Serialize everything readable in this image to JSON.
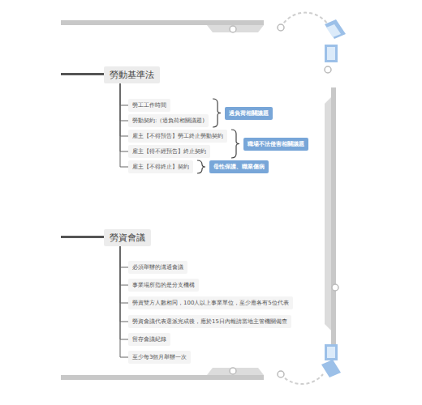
{
  "diagram": {
    "nodes": [
      {
        "text": [
          "勞動基準法"
        ]
      },
      {
        "text": [
          "勞工工作時間"
        ]
      },
      {
        "text": [
          "勞動契約:（過負荷相關議題)"
        ]
      },
      {
        "text": [
          "雇主【不得預告】勞工終止勞動契約"
        ]
      },
      {
        "text": [
          "雇主【得不經預告】終止契約"
        ]
      },
      {
        "text": [
          "雇主【不得終止】契約"
        ]
      },
      {
        "text": [
          "過負荷相關議題"
        ]
      },
      {
        "text": [
          "職場不法侵害相關議題"
        ]
      },
      {
        "text": [
          "母性保護、職業傷病"
        ]
      },
      {
        "text": [
          "勞資會議"
        ]
      },
      {
        "text": [
          "必須舉辦的溝通會議"
        ]
      },
      {
        "text": [
          "事業場所指的是分支機構"
        ]
      },
      {
        "text": [
          "勞資雙方人數相同，100人以上事業單位，至少應各有5位代表"
        ]
      },
      {
        "text": [
          "勞資會議代表選派完成後，應於15日內報請當地主管機關備查"
        ]
      },
      {
        "text": [
          "留存會議紀錄"
        ]
      },
      {
        "text": [
          "至少每3個月舉辦一次"
        ]
      }
    ],
    "edges": [
      {
        "from": 0,
        "to": 1,
        "arrow": "none"
      },
      {
        "from": 0,
        "to": 2,
        "arrow": "none"
      },
      {
        "from": 0,
        "to": 3,
        "arrow": "none"
      },
      {
        "from": 0,
        "to": 4,
        "arrow": "none"
      },
      {
        "from": 0,
        "to": 5,
        "arrow": "none"
      },
      {
        "from": 9,
        "to": 10,
        "arrow": "none"
      },
      {
        "from": 9,
        "to": 11,
        "arrow": "none"
      },
      {
        "from": 9,
        "to": 12,
        "arrow": "none"
      },
      {
        "from": 9,
        "to": 13,
        "arrow": "none"
      },
      {
        "from": 9,
        "to": 14,
        "arrow": "none"
      },
      {
        "from": 9,
        "to": 15,
        "arrow": "none"
      }
    ]
  }
}
